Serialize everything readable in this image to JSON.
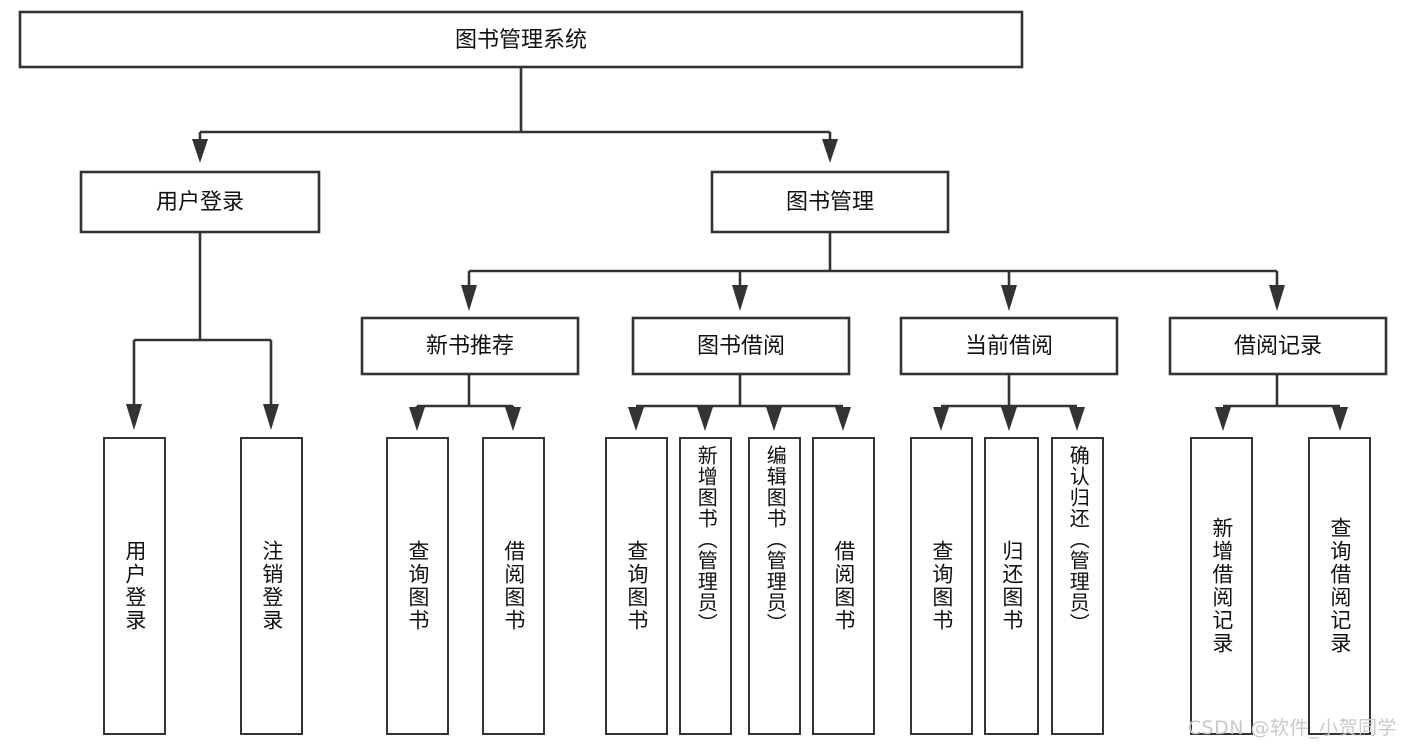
{
  "diagram": {
    "type": "tree",
    "title": "图书管理系统",
    "watermark": "CSDN @软件_小贺同学",
    "colors": {
      "stroke": "#333333",
      "fill": "#ffffff",
      "text": "#111111",
      "watermark": "#c9c9c9",
      "background": "#ffffff"
    },
    "levels": {
      "root": "图书管理系统",
      "level2": [
        "用户登录",
        "图书管理"
      ],
      "level3": [
        "新书推荐",
        "图书借阅",
        "当前借阅",
        "借阅记录"
      ],
      "leaves": [
        "用户登录",
        "注销登录",
        "查询图书",
        "借阅图书",
        "查询图书",
        "新增图书（管理员）",
        "编辑图书（管理员）",
        "借阅图书",
        "查询图书",
        "归还图书",
        "确认归还（管理员）",
        "新增借阅记录",
        "查询借阅记录"
      ]
    },
    "nodes": {
      "root": {
        "label": "图书管理系统"
      },
      "user_login": {
        "label": "用户登录"
      },
      "book_manage": {
        "label": "图书管理"
      },
      "new_book_rec": {
        "label": "新书推荐"
      },
      "book_borrow": {
        "label": "图书借阅"
      },
      "current_borrow": {
        "label": "当前借阅"
      },
      "borrow_record": {
        "label": "借阅记录"
      },
      "leaf_user_login": {
        "label": "用户登录"
      },
      "leaf_logout": {
        "label": "注销登录"
      },
      "leaf_query_book_a": {
        "label": "查询图书"
      },
      "leaf_borrow_book_a": {
        "label": "借阅图书"
      },
      "leaf_query_book_b": {
        "label": "查询图书"
      },
      "leaf_add_book": {
        "label": "新增图书（管理员）"
      },
      "leaf_edit_book": {
        "label": "编辑图书（管理员）"
      },
      "leaf_borrow_book_b": {
        "label": "借阅图书"
      },
      "leaf_query_book_c": {
        "label": "查询图书"
      },
      "leaf_return_book": {
        "label": "归还图书"
      },
      "leaf_confirm_return": {
        "label": "确认归还（管理员）"
      },
      "leaf_add_record": {
        "label": "新增借阅记录"
      },
      "leaf_query_record": {
        "label": "查询借阅记录"
      }
    },
    "edges": [
      {
        "from": "root",
        "to": "user_login"
      },
      {
        "from": "root",
        "to": "book_manage"
      },
      {
        "from": "user_login",
        "to": "leaf_user_login"
      },
      {
        "from": "user_login",
        "to": "leaf_logout"
      },
      {
        "from": "book_manage",
        "to": "new_book_rec"
      },
      {
        "from": "book_manage",
        "to": "book_borrow"
      },
      {
        "from": "book_manage",
        "to": "current_borrow"
      },
      {
        "from": "book_manage",
        "to": "borrow_record"
      },
      {
        "from": "new_book_rec",
        "to": "leaf_query_book_a"
      },
      {
        "from": "new_book_rec",
        "to": "leaf_borrow_book_a"
      },
      {
        "from": "book_borrow",
        "to": "leaf_query_book_b"
      },
      {
        "from": "book_borrow",
        "to": "leaf_add_book"
      },
      {
        "from": "book_borrow",
        "to": "leaf_edit_book"
      },
      {
        "from": "book_borrow",
        "to": "leaf_borrow_book_b"
      },
      {
        "from": "current_borrow",
        "to": "leaf_query_book_c"
      },
      {
        "from": "current_borrow",
        "to": "leaf_return_book"
      },
      {
        "from": "current_borrow",
        "to": "leaf_confirm_return"
      },
      {
        "from": "borrow_record",
        "to": "leaf_add_record"
      },
      {
        "from": "borrow_record",
        "to": "leaf_query_record"
      }
    ]
  }
}
